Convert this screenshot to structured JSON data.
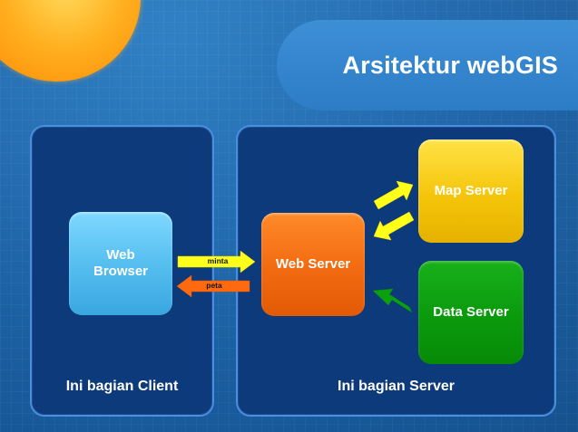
{
  "title": "Arsitektur webGIS",
  "panels": {
    "client_label": "Ini bagian Client",
    "server_label": "Ini bagian Server"
  },
  "nodes": {
    "web_browser": {
      "line1": "Web",
      "line2": "Browser"
    },
    "web_server": "Web Server",
    "map_server": "Map Server",
    "data_server": "Data Server"
  },
  "arrows": {
    "request_label": "minta",
    "response_label": "peta"
  },
  "colors": {
    "background": "#1a63a8",
    "panel": "#0c3a7a",
    "panel_border": "#4a8ee0",
    "web_browser": "#56bff0",
    "web_server": "#f26a10",
    "map_server": "#f5c50a",
    "data_server": "#0a9a0c",
    "arrow_request": "#ffff1a",
    "arrow_response": "#ff6a10",
    "arrow_map": "#ffff1a",
    "arrow_data": "#0aa010"
  }
}
